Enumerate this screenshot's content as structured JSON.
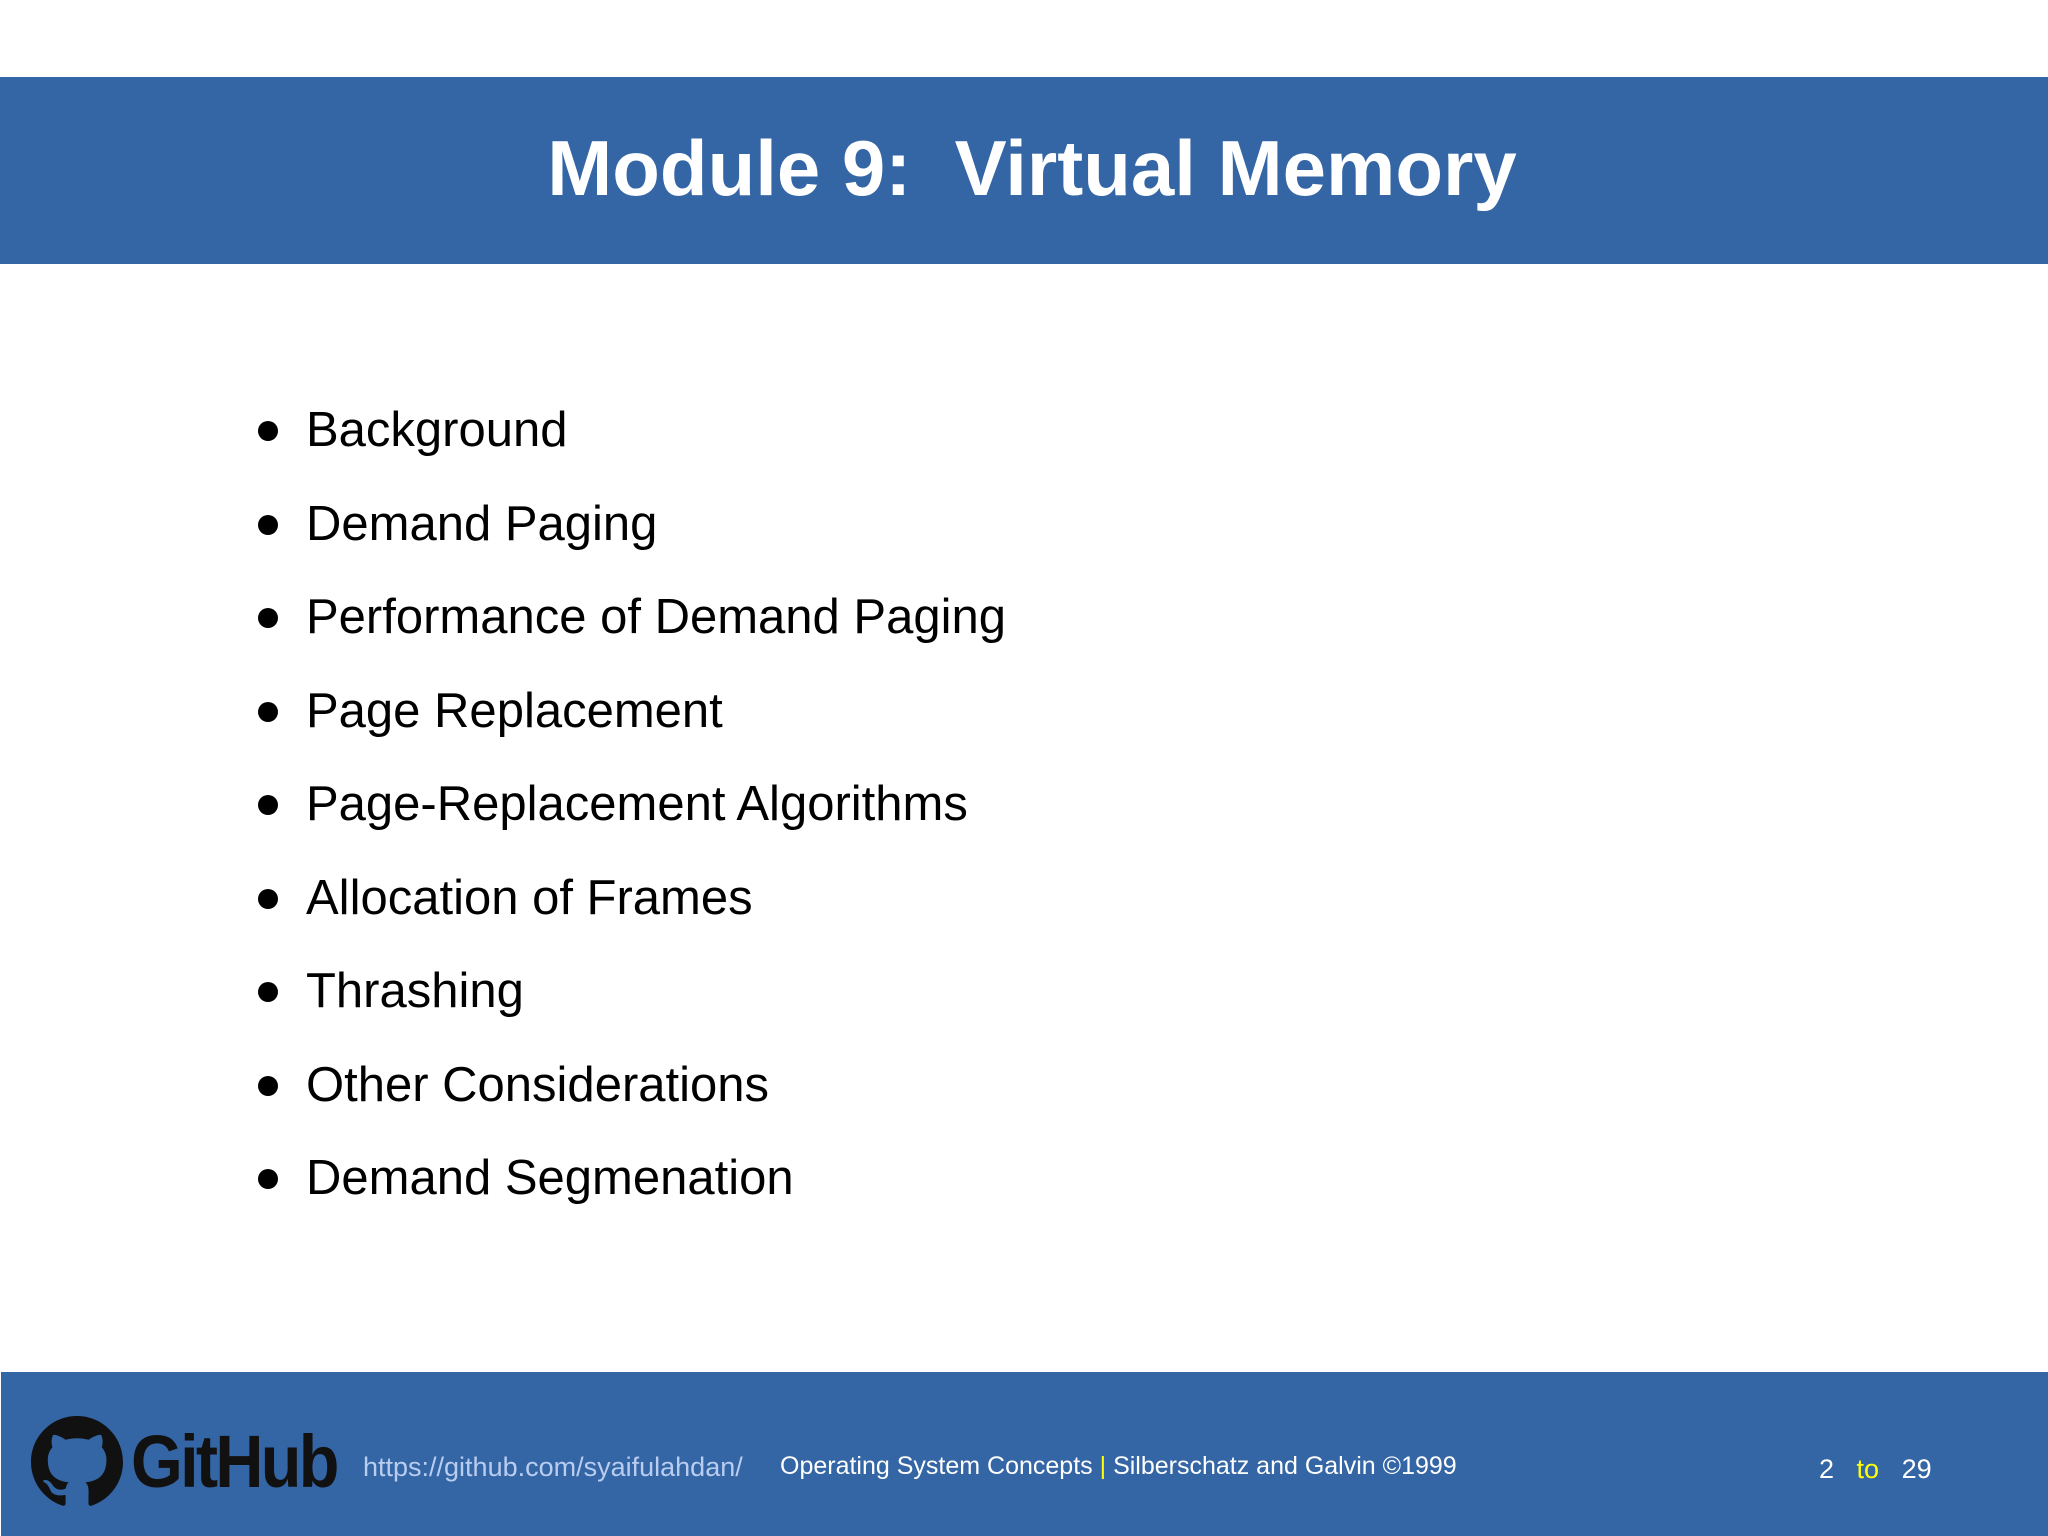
{
  "title": "Module 9:  Virtual Memory",
  "bullets": [
    "Background",
    "Demand Paging",
    "Performance of Demand Paging",
    "Page Replacement",
    "Page-Replacement Algorithms",
    "Allocation of Frames",
    "Thrashing",
    "Other Considerations",
    "Demand Segmenation"
  ],
  "footer": {
    "logo_text": "GitHub",
    "logo_icon": "github-octocat-icon",
    "url": "https://github.com/syaifulahdan/",
    "book": "Operating System Concepts",
    "separator": "|",
    "authors": "Silberschatz and Galvin ©1999",
    "page_current": "2",
    "page_to": "to",
    "page_total": "29"
  },
  "colors": {
    "bar": "#3465a4",
    "accent": "#ffff00"
  }
}
